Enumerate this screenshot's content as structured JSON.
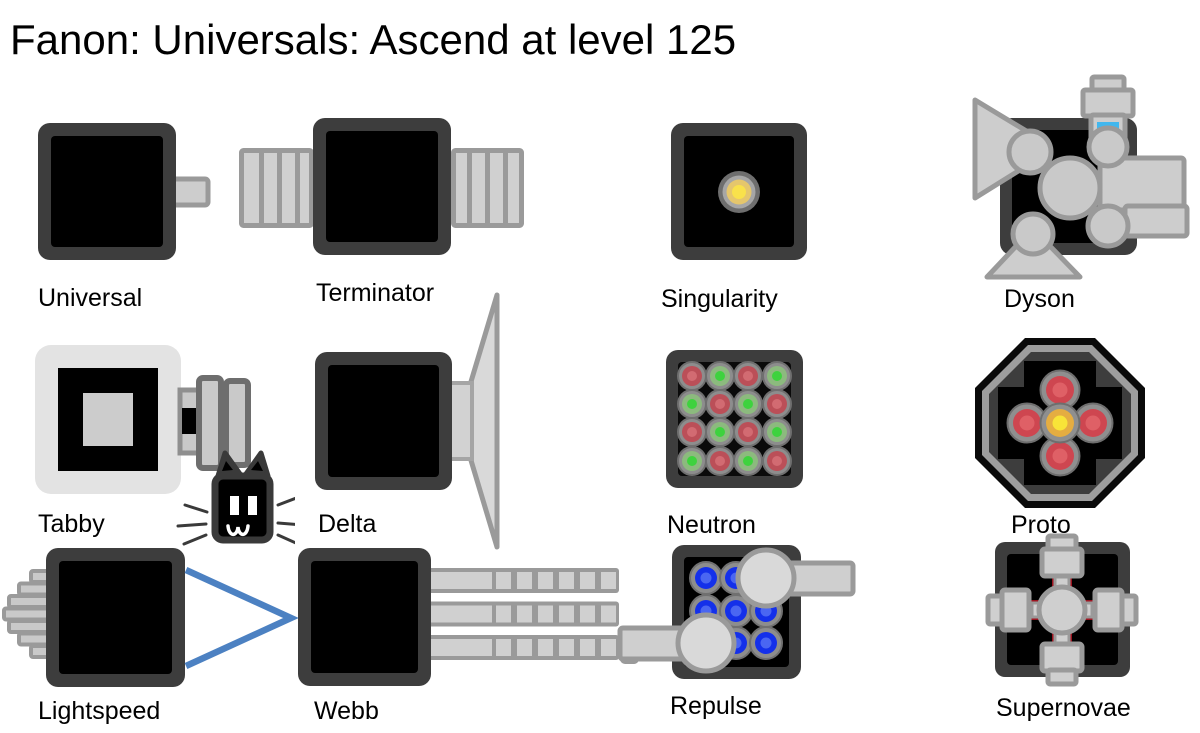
{
  "title": "Fanon: Universals: Ascend at level 125",
  "tanks": [
    {
      "id": "universal",
      "label": "Universal"
    },
    {
      "id": "terminator",
      "label": "Terminator"
    },
    {
      "id": "singularity",
      "label": "Singularity"
    },
    {
      "id": "dyson",
      "label": "Dyson"
    },
    {
      "id": "tabby",
      "label": "Tabby"
    },
    {
      "id": "delta",
      "label": "Delta"
    },
    {
      "id": "neutron",
      "label": "Neutron"
    },
    {
      "id": "proto",
      "label": "Proto"
    },
    {
      "id": "lightspeed",
      "label": "Lightspeed"
    },
    {
      "id": "webb",
      "label": "Webb"
    },
    {
      "id": "repulse",
      "label": "Repulse"
    },
    {
      "id": "supernovae",
      "label": "Supernovae"
    }
  ],
  "colors": {
    "body_outline": "#3d3d3d",
    "body_fill": "#000000",
    "cannon_fill": "#cdcdcd",
    "cannon_outline": "#9a9a9a",
    "tabby_shield": "#e3e3e3",
    "dyson_window_blue": "#41b7ee",
    "lightspeed_chevron_blue": "#4c81c2",
    "neutron_red": "#bb4f58",
    "neutron_green": "#8cba7e",
    "repulse_blue": "#1430ea",
    "proto_red": "#ce4650",
    "proto_core_yellow": "#f8e438",
    "singularity_core_yellow": "#f9e14b",
    "supernovae_red": "#9c1420"
  }
}
